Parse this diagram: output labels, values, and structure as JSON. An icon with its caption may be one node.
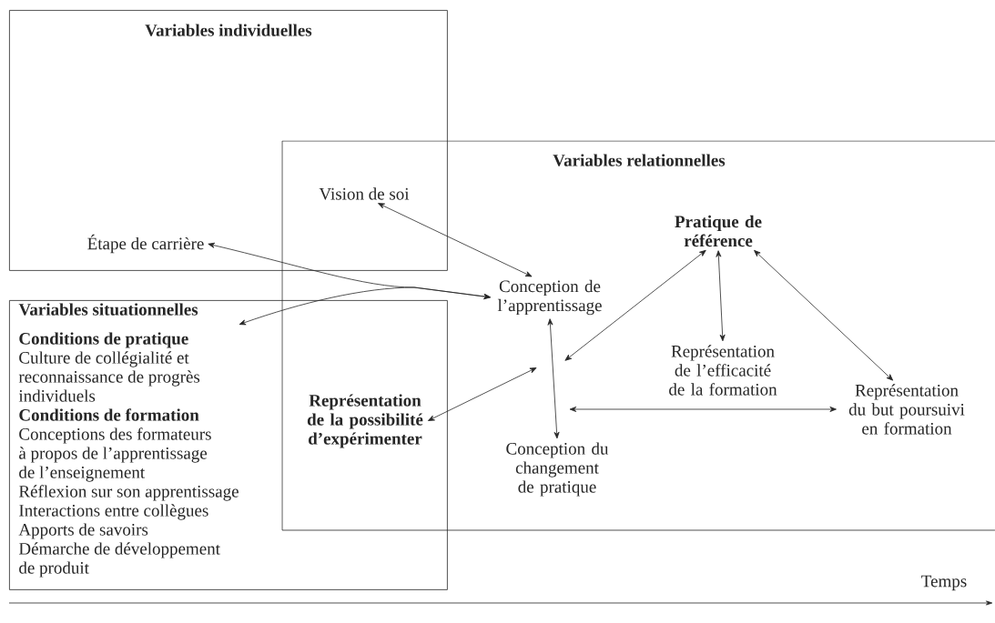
{
  "diagram": {
    "nodes": [
      {
        "text": [
          "Variables individuelles"
        ]
      },
      {
        "text": [
          "Étape de carrière"
        ],
        "in": 0
      },
      {
        "text": [
          "Variables relationnelles"
        ]
      },
      {
        "text": [
          "Vision de soi"
        ]
      },
      {
        "text": [
          "Variables situationnelles",
          "Conditions de pratique",
          "Culture de collégialité et reconnaissance de progrès individuels",
          "Conditions de formation",
          "Conceptions des formateurs à propos de l’apprentissage de l’enseignement",
          "Réflexion sur son apprentissage",
          "Interactions entre collègues",
          "Apports de savoirs",
          "Démarche de développement de produit"
        ]
      },
      {
        "text": [
          "Représentation de la possibilité d’expérimenter"
        ]
      },
      {
        "text": [
          "Conception de l’apprentissage"
        ],
        "in": 2
      },
      {
        "text": [
          "Conception du changement de pratique"
        ],
        "in": 2
      },
      {
        "text": [
          "Pratique de référence"
        ],
        "in": 2
      },
      {
        "text": [
          "Représentation de l’efficacité de la formation"
        ],
        "in": 2
      },
      {
        "text": [
          "Représentation du but poursuivi en formation"
        ],
        "in": 2
      }
    ],
    "edges": [
      {
        "from": 3,
        "to": 6,
        "arrow": "both"
      },
      {
        "from": 1,
        "to": 6,
        "arrow": "both"
      },
      {
        "from": 4,
        "to": 6,
        "arrow": "both"
      },
      {
        "from": 6,
        "to": 7,
        "arrow": "both"
      },
      {
        "from": 5,
        "to": null,
        "arrow": "both"
      },
      {
        "from": 8,
        "to": null,
        "arrow": "both"
      },
      {
        "from": 8,
        "to": 9,
        "arrow": "both"
      },
      {
        "from": 8,
        "to": 10,
        "arrow": "both"
      },
      {
        "from": 10,
        "to": null,
        "arrow": "both"
      }
    ],
    "labels": [
      "Temps"
    ]
  }
}
